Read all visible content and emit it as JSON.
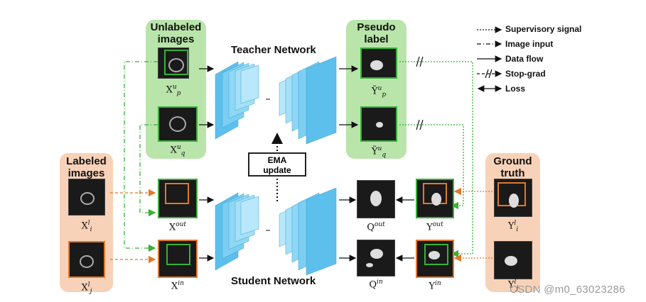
{
  "panels": {
    "unlabeled_title_line1": "Unlabeled",
    "unlabeled_title_line2": "images",
    "pseudo_title_line1": "Pseudo",
    "pseudo_title_line2": "label",
    "labeled_title_line1": "Labeled",
    "labeled_title_line2": "images",
    "ground_title_line1": "Ground",
    "ground_title_line2": "truth"
  },
  "networks": {
    "teacher": "Teacher Network",
    "student": "Student Network",
    "ema_line1": "EMA",
    "ema_line2": "update"
  },
  "math_labels": {
    "xpu": {
      "base": "X",
      "sup": "u",
      "sub": "p"
    },
    "xqu": {
      "base": "X",
      "sup": "u",
      "sub": "q"
    },
    "ypu": {
      "base": "Ỹ",
      "sup": "u",
      "sub": "p"
    },
    "yqu": {
      "base": "Ỹ",
      "sup": "u",
      "sub": "q"
    },
    "xil": {
      "base": "X",
      "sup": "l",
      "sub": "i"
    },
    "xjl": {
      "base": "X",
      "sup": "l",
      "sub": "j"
    },
    "xout": {
      "base": "X",
      "sup": "out",
      "sub": ""
    },
    "xin": {
      "base": "X",
      "sup": "in",
      "sub": ""
    },
    "qout": {
      "base": "Q",
      "sup": "out",
      "sub": ""
    },
    "qin": {
      "base": "Q",
      "sup": "in",
      "sub": ""
    },
    "yout": {
      "base": "Y",
      "sup": "out",
      "sub": ""
    },
    "yin": {
      "base": "Y",
      "sup": "in",
      "sub": ""
    },
    "yil": {
      "base": "Y",
      "sup": "l",
      "sub": "i"
    },
    "yjl": {
      "base": "Y",
      "sup": "l",
      "sub": "j"
    }
  },
  "legend": {
    "supervisory": "Supervisory signal",
    "image_input": "Image input",
    "data_flow": "Data flow",
    "stop_grad": "Stop-grad",
    "loss": "Loss"
  },
  "colors": {
    "green_panel": "#b9e4aa",
    "orange_panel": "#f8d2b8",
    "green_line": "#39b138",
    "orange_line": "#e0782a",
    "layer_fill": "#5dbfec"
  },
  "watermark": "CSDN @m0_63023286"
}
